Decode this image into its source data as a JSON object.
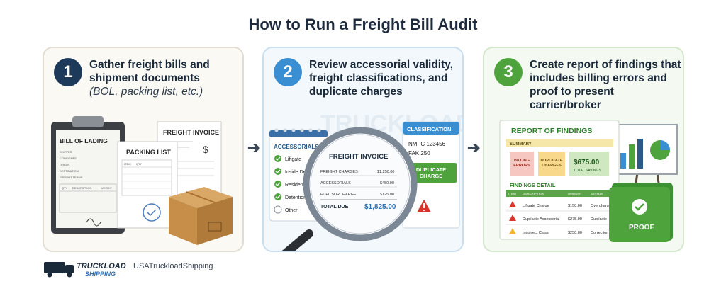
{
  "title": "How to Run a Freight Bill Audit",
  "steps": [
    {
      "number": "1",
      "text": "Gather freight bills and shipment documents",
      "subtext": "(BOL, packing list, etc.)",
      "docs": {
        "bol_title": "BILL OF LADING",
        "bol_fields": [
          "SHIPPER",
          "CONSIGNEE",
          "ORIGIN",
          "DESTINATION",
          "FREIGHT TERMS"
        ],
        "bol_cols": [
          "QTY",
          "DESCRIPTION",
          "WEIGHT"
        ],
        "packing_title": "PACKING LIST",
        "packing_cols": [
          "ITEM",
          "QTY"
        ],
        "invoice_title": "FREIGHT INVOICE",
        "invoice_symbol": "$"
      }
    },
    {
      "number": "2",
      "text": "Review accessorial validity, freight classifications, and duplicate charges",
      "accessorials_title": "ACCESSORIALS",
      "accessorials": [
        "Liftgate",
        "Inside Delivery",
        "Residential",
        "Detention",
        "Other"
      ],
      "invoice_title": "FREIGHT INVOICE",
      "invoice_lines": [
        {
          "label": "FREIGHT CHARGES",
          "amount": "$1,250.00"
        },
        {
          "label": "ACCESSORIALS",
          "amount": "$450.00"
        },
        {
          "label": "FUEL SURCHARGE",
          "amount": "$125.00"
        }
      ],
      "total_label": "TOTAL DUE",
      "total_amount": "$1,825.00",
      "classification_title": "CLASSIFICATION",
      "classification_lines": [
        "NMFC 123456",
        "FAK 250"
      ],
      "duplicate_label": "DUPLICATE CHARGE",
      "watermark": "TRUCKLOAD"
    },
    {
      "number": "3",
      "text": "Create report of findings that includes billing errors and proof to present carrier/broker",
      "report_title": "REPORT OF FINDINGS",
      "summary_label": "SUMMARY",
      "summary_boxes": [
        "BILLING ERRORS",
        "DUPLICATE CHARGES"
      ],
      "total_savings_amount": "$675.00",
      "total_savings_label": "TOTAL SAVINGS",
      "findings_title": "FINDINGS DETAIL",
      "findings_cols": [
        "ITEM",
        "DESCRIPTION",
        "AMOUNT",
        "STATUS"
      ],
      "findings": [
        {
          "description": "Liftgate Charge",
          "amount": "$150.00",
          "status": "Overcharge"
        },
        {
          "description": "Duplicate Accessorial",
          "amount": "$275.00",
          "status": "Duplicate"
        },
        {
          "description": "Incorrect Class",
          "amount": "$250.00",
          "status": "Correction"
        }
      ],
      "proof_label": "PROOF"
    }
  ],
  "footer": {
    "logo_text": "TRUCKLOAD",
    "logo_subtext": "SHIPPING",
    "site": "USATruckloadShipping"
  },
  "colors": {
    "navy": "#1e3a5a",
    "blue": "#3a8fd3",
    "green": "#4ea33d",
    "red": "#d9342b"
  }
}
